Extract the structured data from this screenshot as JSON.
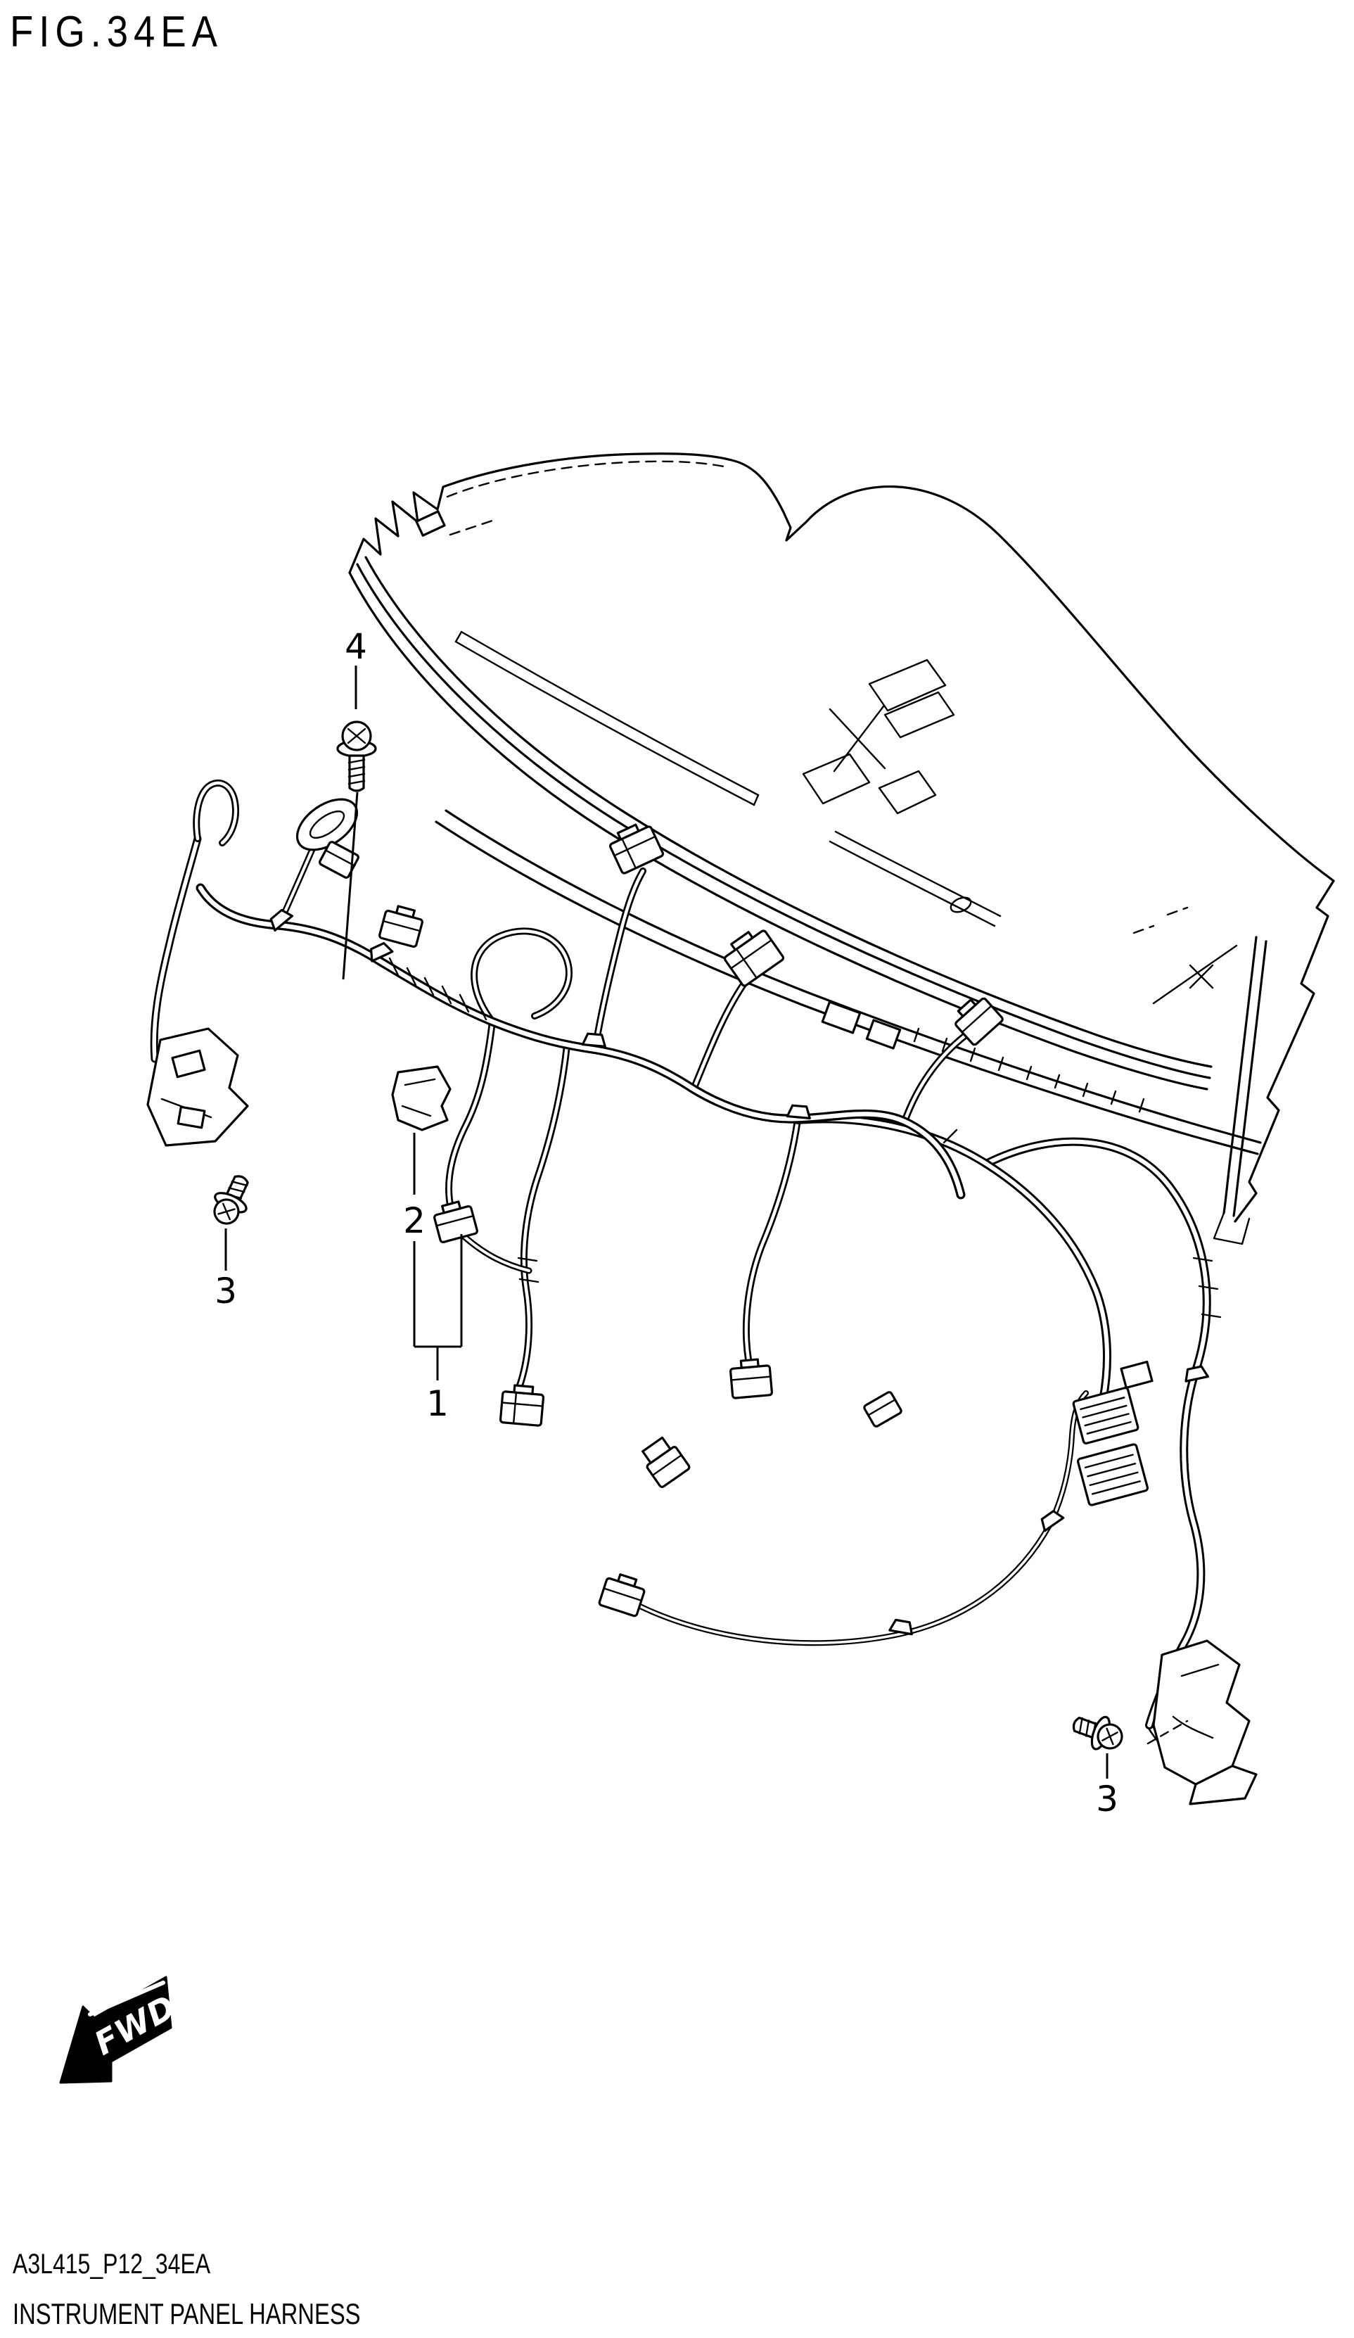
{
  "title": "FIG.34EA",
  "figure": {
    "description": "Exploded line-art diagram of an instrument panel with its wiring harness",
    "callouts": [
      {
        "id": "4",
        "label": "4"
      },
      {
        "id": "2",
        "label": "2"
      },
      {
        "id": "3-left",
        "label": "3"
      },
      {
        "id": "1",
        "label": "1"
      },
      {
        "id": "3-right",
        "label": "3"
      }
    ],
    "fwd_arrow": {
      "label": "FWD"
    }
  },
  "footer": {
    "code": "A3L415_P12_34EA",
    "caption": "INSTRUMENT PANEL HARNESS"
  },
  "colors": {
    "line": "#000000",
    "background": "#ffffff"
  }
}
